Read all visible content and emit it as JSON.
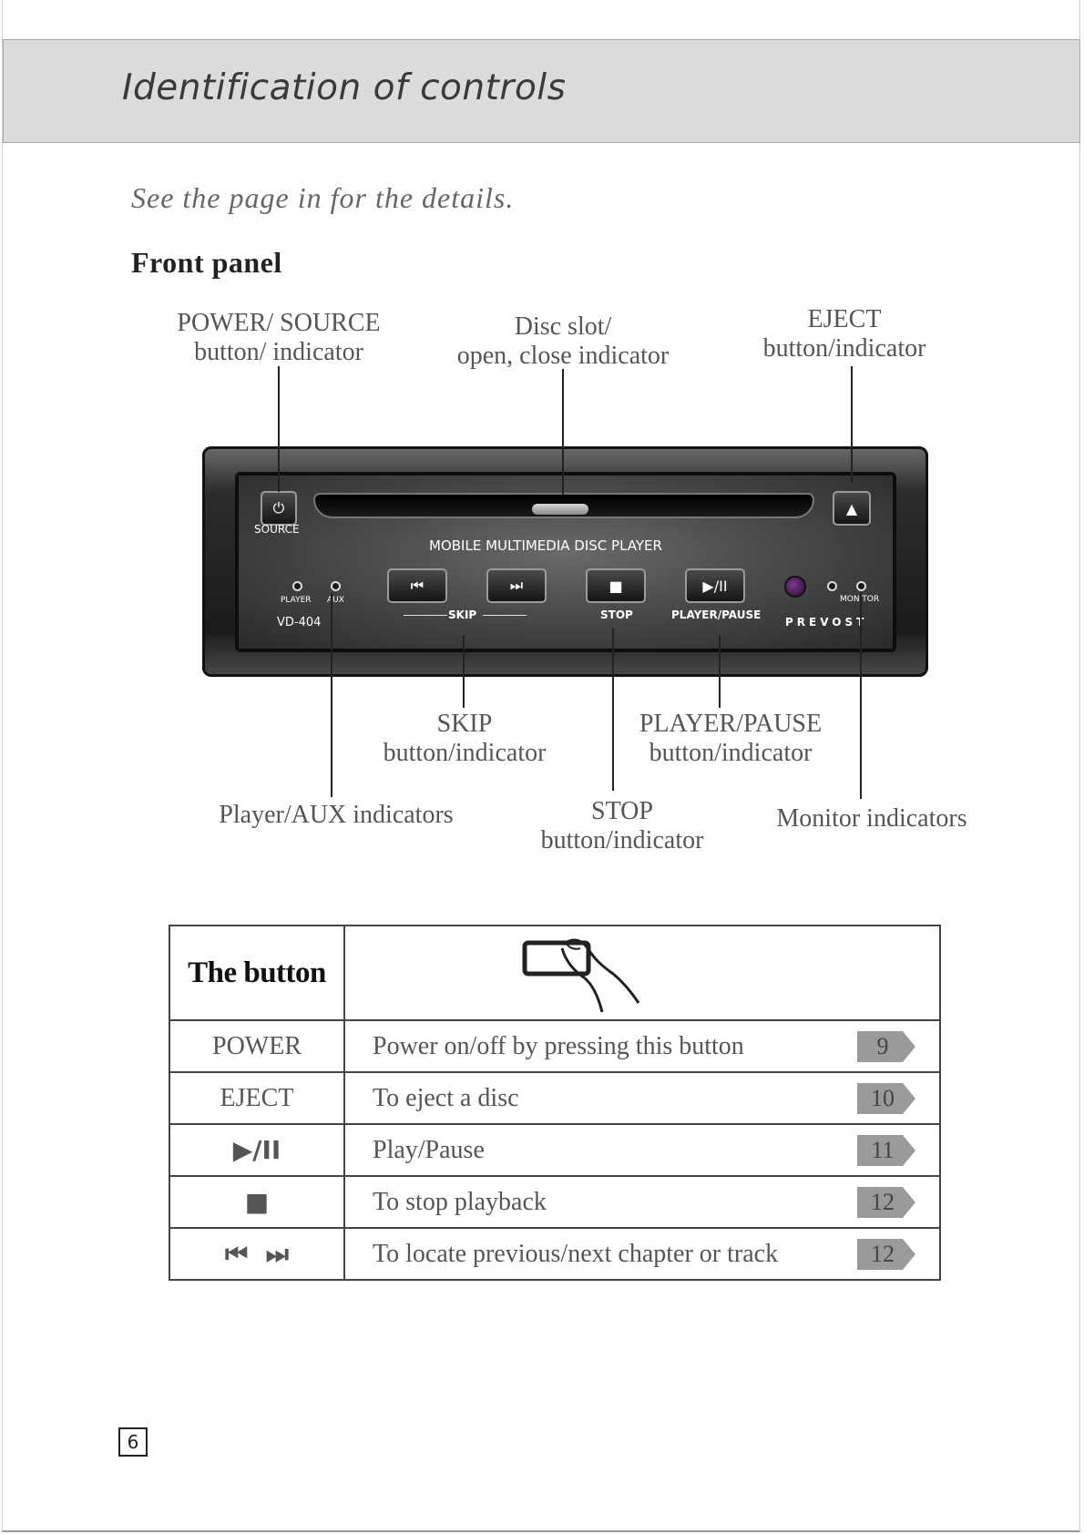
{
  "header": {
    "title": "Identification of controls"
  },
  "intro": {
    "text": "See the page in for the details."
  },
  "section": {
    "title": "Front panel"
  },
  "callouts": {
    "power_source": [
      "POWER/ SOURCE",
      "button/ indicator"
    ],
    "disc_slot": [
      "Disc slot/",
      "open, close indicator"
    ],
    "eject": [
      "EJECT",
      "button/indicator"
    ],
    "skip": [
      "SKIP",
      "button/indicator"
    ],
    "player_pause": [
      "PLAYER/PAUSE",
      "button/indicator"
    ],
    "player_aux": "Player/AUX indicators",
    "stop": [
      "STOP",
      "button/indicator"
    ],
    "monitor": "Monitor indicators"
  },
  "device": {
    "source_label": "SOURCE",
    "title": "MOBILE MULTIMEDIA DISC PLAYER",
    "player_label": "PLAYER",
    "aux_label": "AUX",
    "model": "VD-404",
    "skip_label": "SKIP",
    "stop_label": "STOP",
    "player_pause_label": "PLAYER/PAUSE",
    "monitor_label": "MONITOR",
    "brand": "PREVOST",
    "icons": {
      "power": "⏻",
      "prev": "⏮",
      "next": "⏭",
      "stop": "■",
      "play_pause": "▶/II",
      "eject": "▲"
    }
  },
  "table": {
    "header_label": "The button",
    "header_icon": "finger-pressing-button-icon",
    "rows": [
      {
        "button": "POWER",
        "description": "Power on/off by pressing this button",
        "page": "9"
      },
      {
        "button": "EJECT",
        "description": "To eject a disc",
        "page": "10"
      },
      {
        "button": "▶/II",
        "description": "Play/Pause",
        "page": "11"
      },
      {
        "button": "■",
        "description": "To stop playback",
        "page": "12"
      },
      {
        "button": "⏮  ⏭",
        "description": "To locate previous/next chapter or track",
        "page": "12"
      }
    ]
  },
  "footer": {
    "page_number": "6"
  }
}
